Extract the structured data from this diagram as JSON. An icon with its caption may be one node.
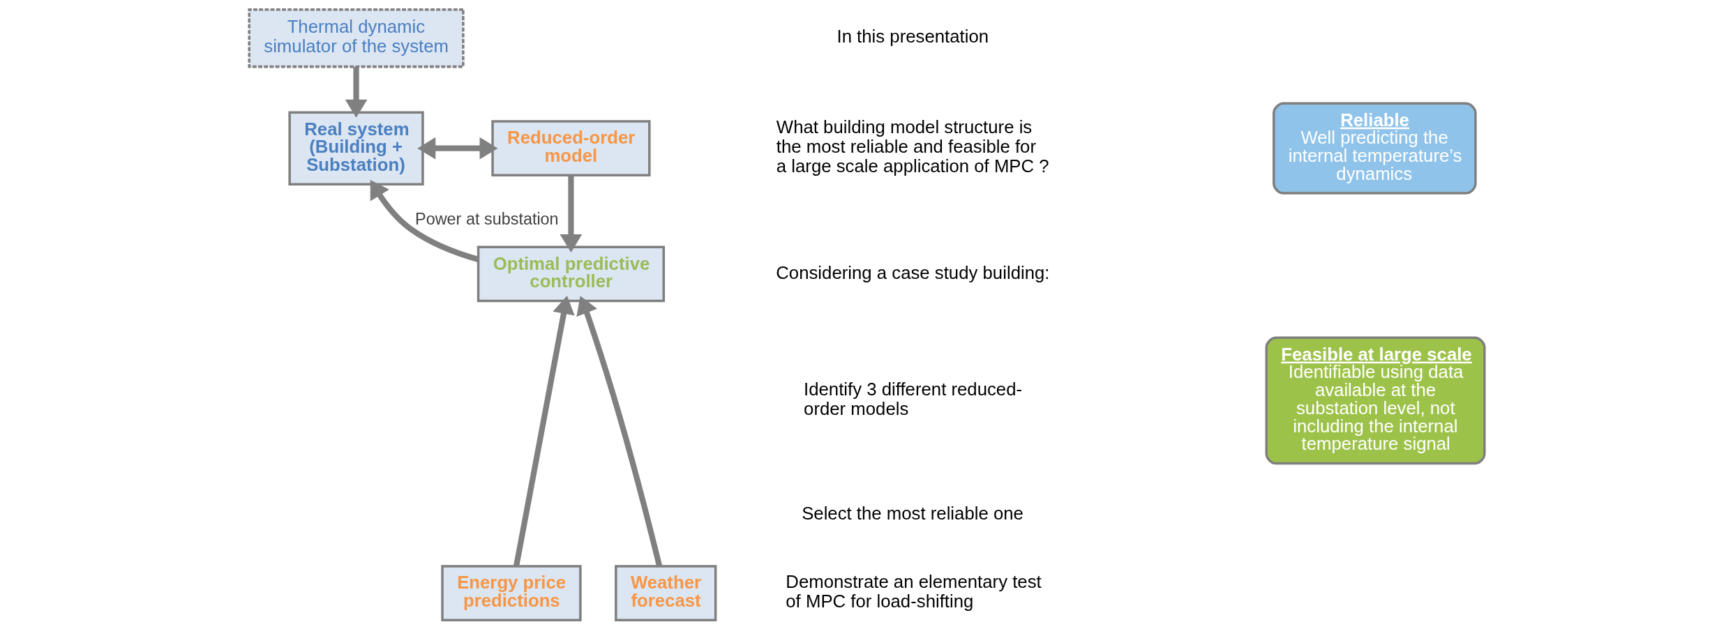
{
  "diagram": {
    "nodes": [
      {
        "text": [
          "Thermal dynamic simulator of the system"
        ]
      },
      {
        "text": [
          "Real system (Building + Substation)"
        ]
      },
      {
        "text": [
          "Reduced-order model"
        ]
      },
      {
        "text": [
          "Optimal predictive controller"
        ]
      },
      {
        "text": [
          "Energy price predictions"
        ]
      },
      {
        "text": [
          "Weather forecast"
        ]
      },
      {
        "text": [
          "Reliable",
          "Well predicting the internal temperature’s dynamics"
        ]
      },
      {
        "text": [
          "Feasible at large scale",
          "Identifiable using data available at the substation level, not including the internal temperature signal"
        ]
      }
    ],
    "edges": [
      {
        "from": 0,
        "to": 1,
        "arrow": "to"
      },
      {
        "from": 1,
        "to": 2,
        "arrow": "both"
      },
      {
        "from": 2,
        "to": 3,
        "arrow": "to"
      },
      {
        "from": 3,
        "to": 1,
        "arrow": "to",
        "label": "Power at substation"
      },
      {
        "from": 4,
        "to": 3,
        "arrow": "to"
      },
      {
        "from": 5,
        "to": 3,
        "arrow": "to"
      }
    ],
    "labels": [
      "In this presentation",
      "What building model structure is the most reliable and feasible for a large scale application of MPC ?",
      "Considering a case study building:",
      "Identify 3 different reduced-order models",
      "Select the most reliable one",
      "Demonstrate an elementary test of MPC for load-shifting"
    ]
  }
}
